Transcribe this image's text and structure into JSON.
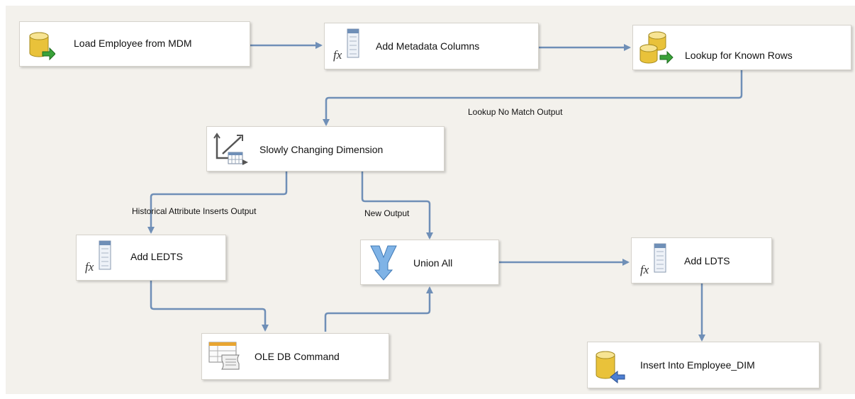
{
  "tasks": {
    "load_employee": {
      "label": "Load Employee from MDM",
      "icon": "database-source-icon"
    },
    "add_metadata": {
      "label": "Add Metadata Columns",
      "icon": "derived-column-icon"
    },
    "lookup_known": {
      "label": "Lookup for Known Rows",
      "icon": "lookup-icon"
    },
    "scd": {
      "label": "Slowly Changing Dimension",
      "icon": "slowly-changing-dimension-icon"
    },
    "add_ledts": {
      "label": "Add LEDTS",
      "icon": "derived-column-icon"
    },
    "union_all": {
      "label": "Union All",
      "icon": "union-all-icon"
    },
    "add_ldts": {
      "label": "Add LDTS",
      "icon": "derived-column-icon"
    },
    "ole_db_command": {
      "label": "OLE DB Command",
      "icon": "ole-db-command-icon"
    },
    "insert_employee": {
      "label": "Insert Into Employee_DIM",
      "icon": "database-destination-icon"
    }
  },
  "path_labels": {
    "lookup_no_match": "Lookup No Match Output",
    "historical_inserts": "Historical Attribute Inserts Output",
    "new_output": "New Output"
  },
  "colors": {
    "connector": "#6f8fb7",
    "canvas": "#f3f1ec",
    "db_yellow": "#e9c23a",
    "arrow_green": "#3aa23a",
    "union_blue": "#6fa8dc"
  }
}
